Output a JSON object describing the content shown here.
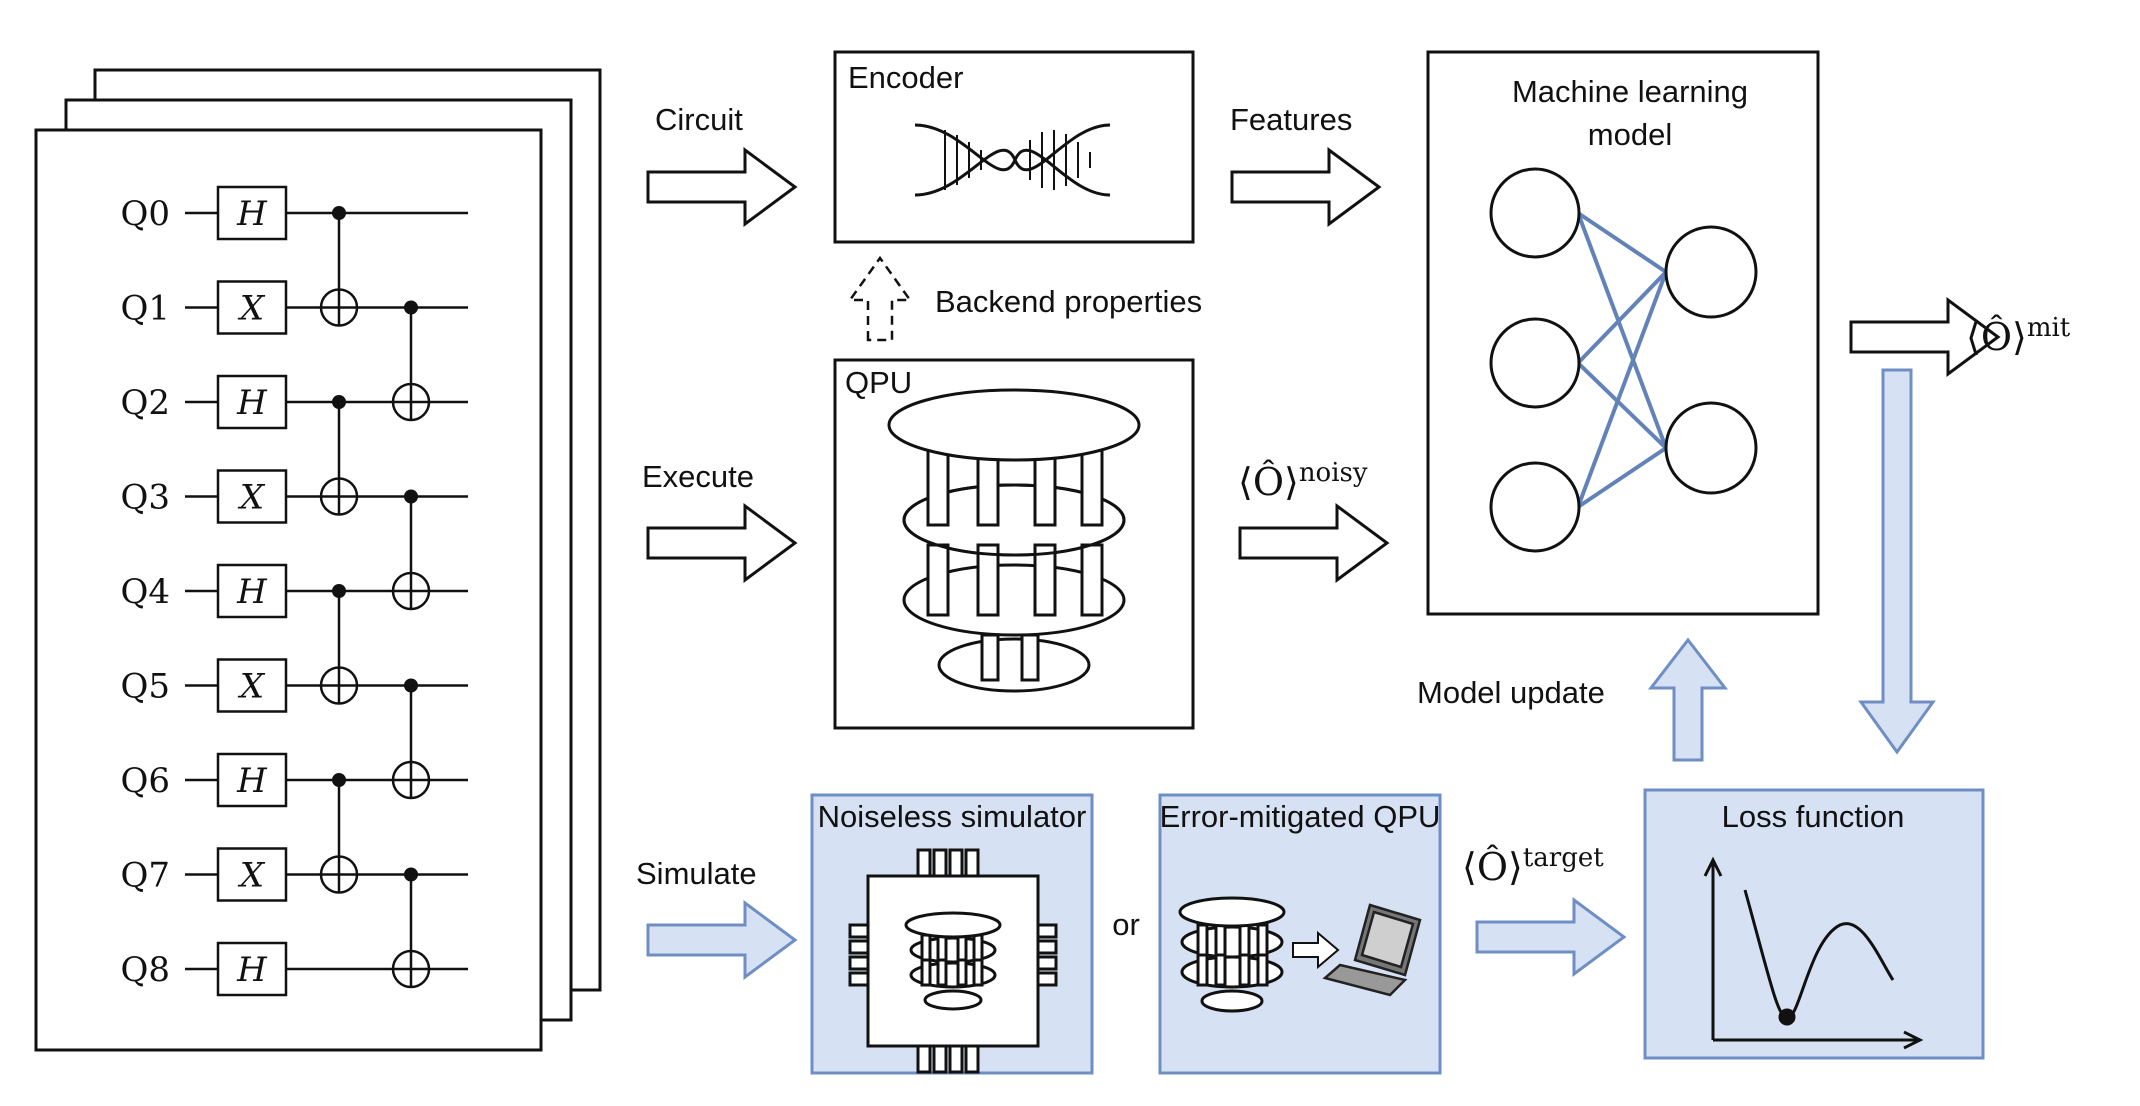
{
  "circuit": {
    "qubits": [
      "Q0",
      "Q1",
      "Q2",
      "Q3",
      "Q4",
      "Q5",
      "Q6",
      "Q7",
      "Q8"
    ],
    "gates": [
      "H",
      "X",
      "H",
      "X",
      "H",
      "X",
      "H",
      "X",
      "H"
    ]
  },
  "arrows": {
    "circuit": "Circuit",
    "execute": "Execute",
    "simulate": "Simulate",
    "features": "Features",
    "backend_properties": "Backend properties",
    "model_update": "Model update",
    "or": "or"
  },
  "boxes": {
    "encoder": "Encoder",
    "qpu": "QPU",
    "ml_model_line1": "Machine learning",
    "ml_model_line2": "model",
    "noiseless_simulator": "Noiseless simulator",
    "error_mitigated_qpu": "Error-mitigated QPU",
    "loss_function": "Loss function"
  },
  "observables": {
    "symbol": "⟨Ô⟩",
    "noisy": "noisy",
    "target": "target",
    "mit": "mit"
  },
  "colors": {
    "accent_fill": "#d6e2f3",
    "accent_stroke": "#6f8fc4",
    "network_edges": "#6383b8"
  }
}
